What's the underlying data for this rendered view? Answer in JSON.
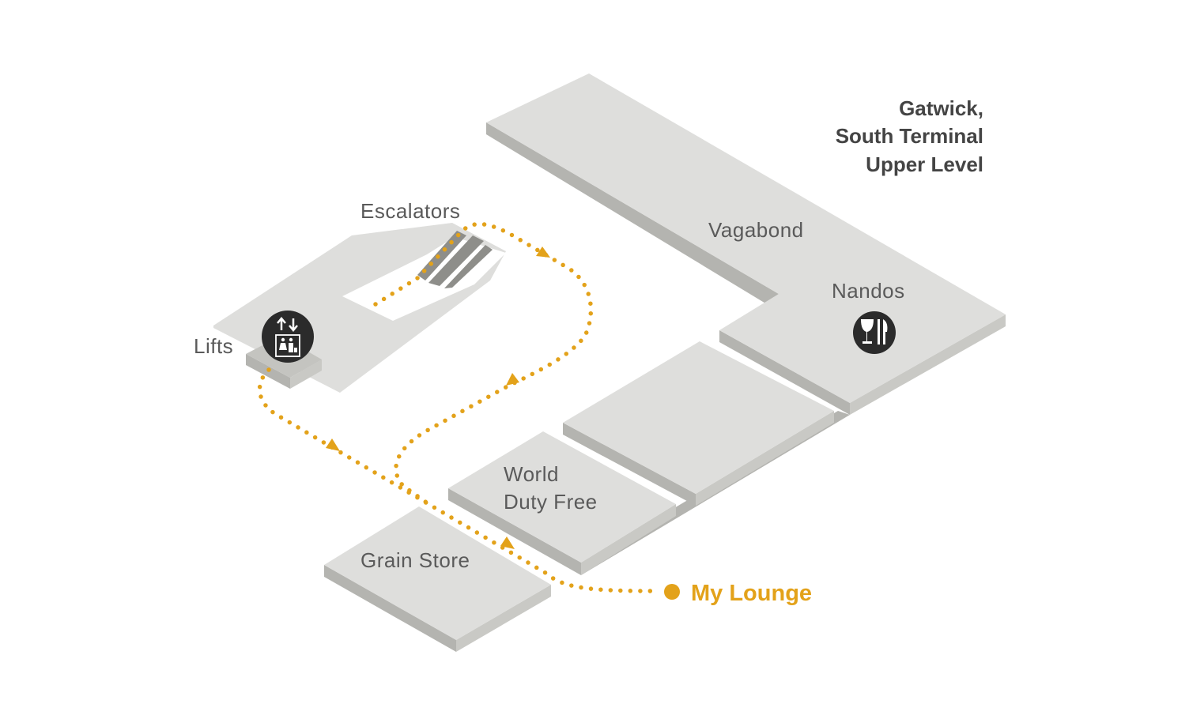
{
  "title": {
    "lines": [
      "Gatwick,",
      "South Terminal",
      "Upper Level"
    ]
  },
  "labels": {
    "escalators": "Escalators",
    "lifts": "Lifts",
    "vagabond": "Vagabond",
    "nandos": "Nandos",
    "world_duty_free": [
      "World",
      "Duty Free"
    ],
    "grain_store": "Grain Store"
  },
  "destination": {
    "label": "My Lounge"
  },
  "icons": {
    "lifts": "elevator-icon",
    "nandos": "restaurant-icon"
  },
  "colors": {
    "route": "#E3A21A",
    "building_top": "#dededc",
    "building_side": "#b4b4b0",
    "icon_bg": "#2b2b2b"
  }
}
